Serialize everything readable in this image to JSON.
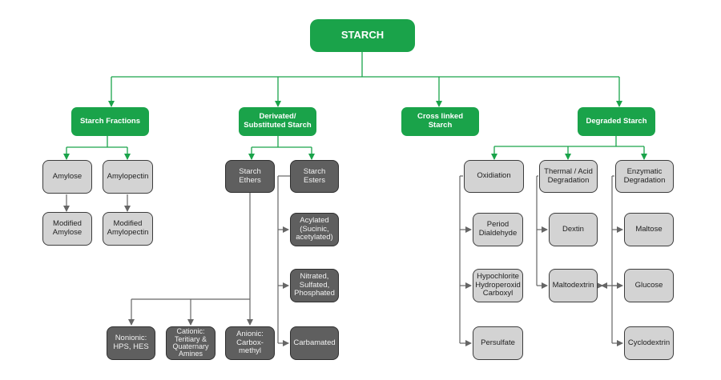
{
  "colors": {
    "green": "#1aa34a",
    "light_box": "#d3d3d3",
    "dark_box": "#5f5f5f",
    "connector": "#666666"
  },
  "root": "STARCH",
  "categories": {
    "fractions": "Starch Fractions",
    "derivated": "Derivated/\nSubstituted Starch",
    "crosslinked": "Cross linked Starch",
    "degraded": "Degraded Starch"
  },
  "fractions": {
    "amylose": "Amylose",
    "amylopectin": "Amylopectin",
    "modified_amylose": "Modified\nAmylose",
    "modified_amylopectin": "Modified\nAmylopectin"
  },
  "derivated": {
    "ethers": "Starch\nEthers",
    "esters": "Starch\nEsters",
    "acylated": "Acylated\n(Sucinic,\nacetylated)",
    "nitrated": "Nitrated,\nSulfated,\nPhosphated",
    "carbamated": "Carbamated",
    "nonionic": "Nonionic:\nHPS, HES",
    "cationic": "Cationic:\nTeritiary &\nQuaternary\nAmines",
    "anionic": "Anionic:\nCarbox-\nmethyl"
  },
  "degraded": {
    "oxidiation": "Oxidiation",
    "thermal": "Thermal / Acid\nDegradation",
    "enzymatic": "Enzymatic\nDegradation",
    "period": "Period\nDialdehyde",
    "hypochlorite": "Hypochlorite\nHydroperoxid\nCarboxyl",
    "persulfate": "Persulfate",
    "dextin": "Dextin",
    "maltodextrin": "Maltodextrin",
    "maltose": "Maltose",
    "glucose": "Glucose",
    "cyclodextrin": "Cyclodextrin"
  }
}
